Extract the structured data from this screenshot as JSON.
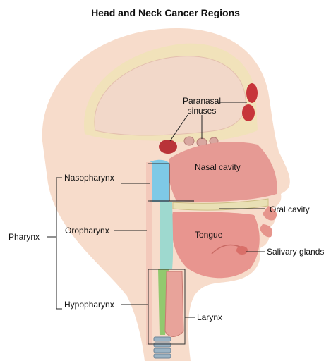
{
  "title": "Head and Neck Cancer Regions",
  "labels": {
    "paranasal": "Paranasal",
    "sinuses": "sinuses",
    "nasal_cavity": "Nasal cavity",
    "oral_cavity": "Oral cavity",
    "tongue": "Tongue",
    "salivary_glands": "Salivary glands",
    "larynx": "Larynx",
    "pharynx": "Pharynx",
    "nasopharynx": "Nasopharynx",
    "oropharynx": "Oropharynx",
    "hypopharynx": "Hypopharynx"
  },
  "colors": {
    "skin": "#f7dccb",
    "skull": "#efe2b8",
    "brain": "#f2d8c9",
    "nasal_cavity": "#e69a94",
    "oral_tissue": "#e8958f",
    "nasopharynx_region": "#7ec9e6",
    "oropharynx_region": "#9ed9cf",
    "hypopharynx_region": "#92c96e",
    "trachea": "#9bb3c4"
  }
}
